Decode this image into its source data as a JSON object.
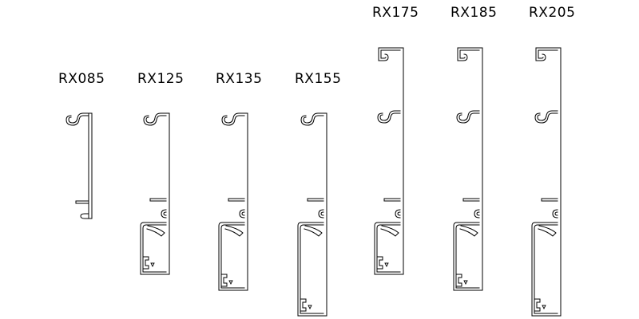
{
  "profiles": [
    {
      "label": "RX085",
      "has_upper_hook": false,
      "has_lower_box": false
    },
    {
      "label": "RX125",
      "has_upper_hook": false,
      "has_lower_box": true
    },
    {
      "label": "RX135",
      "has_upper_hook": false,
      "has_lower_box": true
    },
    {
      "label": "RX155",
      "has_upper_hook": false,
      "has_lower_box": true
    },
    {
      "label": "RX175",
      "has_upper_hook": true,
      "has_lower_box": true
    },
    {
      "label": "RX185",
      "has_upper_hook": true,
      "has_lower_box": true
    },
    {
      "label": "RX205",
      "has_upper_hook": true,
      "has_lower_box": true
    }
  ]
}
